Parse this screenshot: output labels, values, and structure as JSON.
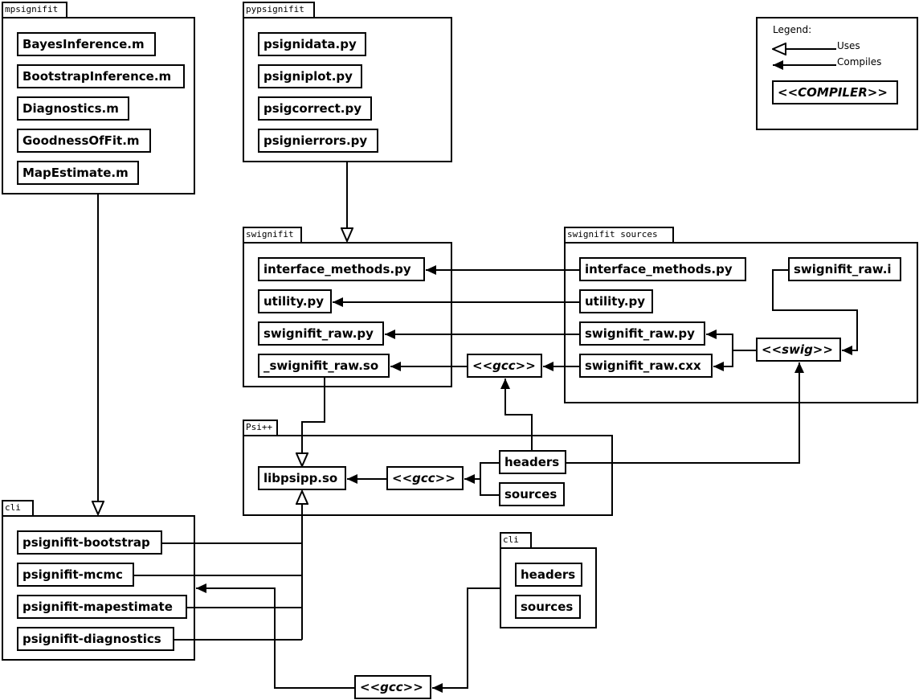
{
  "packages": {
    "mpsignifit": {
      "name": "mpsignifit",
      "items": [
        "BayesInference.m",
        "BootstrapInference.m",
        "Diagnostics.m",
        "GoodnessOfFit.m",
        "MapEstimate.m"
      ]
    },
    "pypsignifit": {
      "name": "pypsignifit",
      "items": [
        "psignidata.py",
        "psigniplot.py",
        "psigcorrect.py",
        "psignierrors.py"
      ]
    },
    "swignifit": {
      "name": "swignifit",
      "items": [
        "interface_methods.py",
        "utility.py",
        "swignifit_raw.py",
        "_swignifit_raw.so"
      ]
    },
    "swignifit_sources": {
      "name": "swignifit sources",
      "items": [
        "interface_methods.py",
        "utility.py",
        "swignifit_raw.py",
        "swignifit_raw.cxx",
        "swignifit_raw.i",
        "<<swig>>"
      ]
    },
    "psipp": {
      "name": "Psi++",
      "items": [
        "libpsipp.so",
        "<<gcc>>",
        "headers",
        "sources"
      ]
    },
    "cli": {
      "name": "cli",
      "items": [
        "psignifit-bootstrap",
        "psignifit-mcmc",
        "psignifit-mapestimate",
        "psignifit-diagnostics"
      ]
    },
    "cli_sources": {
      "name": "cli",
      "items": [
        "headers",
        "sources"
      ]
    }
  },
  "compilers": {
    "swig_gcc": "<<gcc>>",
    "cli_gcc": "<<gcc>>"
  },
  "legend": {
    "title": "Legend:",
    "uses": "Uses",
    "compiles": "Compiles",
    "compiler": "<<COMPILER>>"
  },
  "colors": {
    "ink": "#000000",
    "background": "#ffffff"
  }
}
